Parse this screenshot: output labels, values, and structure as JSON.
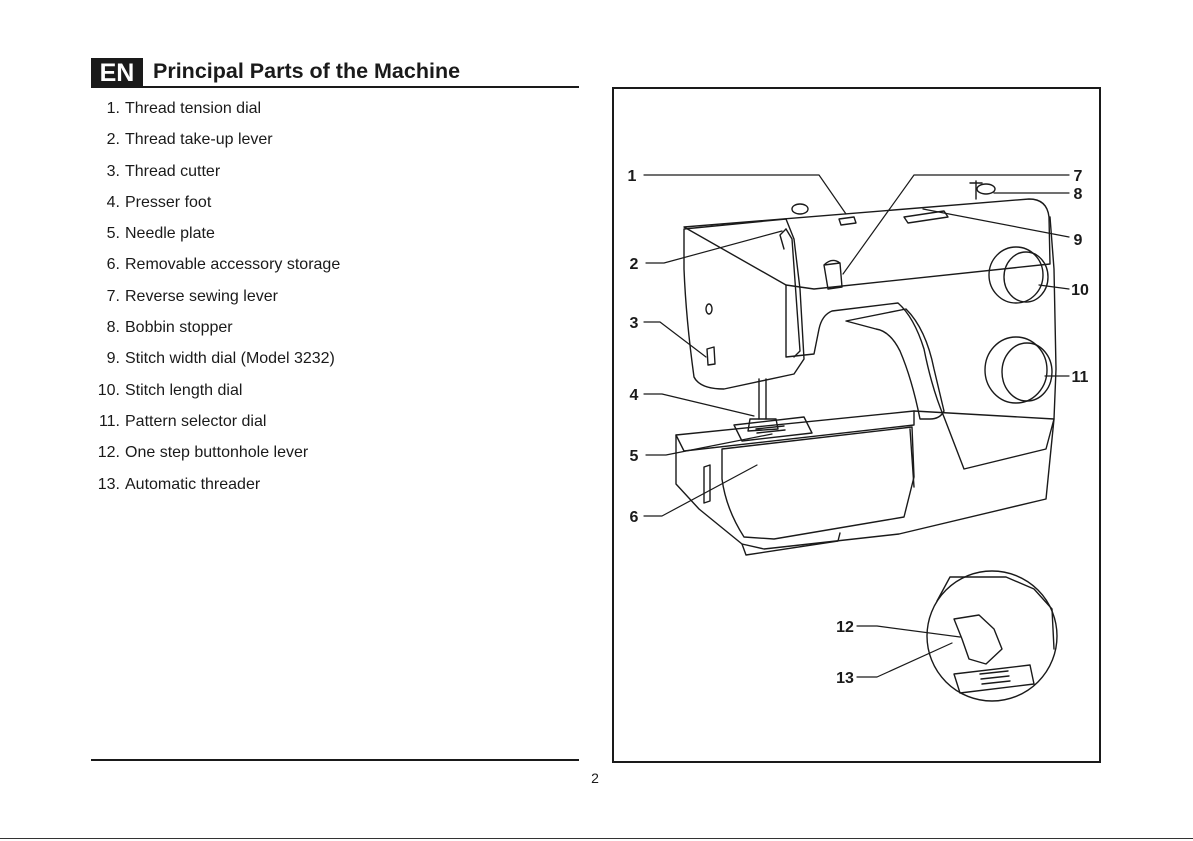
{
  "header": {
    "language_badge": "EN",
    "title": "Principal Parts of the Machine"
  },
  "parts": [
    {
      "number": "1.",
      "label": "Thread tension dial"
    },
    {
      "number": "2.",
      "label": "Thread take-up lever"
    },
    {
      "number": "3.",
      "label": "Thread cutter"
    },
    {
      "number": "4.",
      "label": "Presser foot"
    },
    {
      "number": "5.",
      "label": "Needle plate"
    },
    {
      "number": "6.",
      "label": "Removable accessory storage"
    },
    {
      "number": "7.",
      "label": "Reverse sewing lever"
    },
    {
      "number": "8.",
      "label": "Bobbin stopper"
    },
    {
      "number": "9.",
      "label": "Stitch width dial  (Model 3232)"
    },
    {
      "number": "10.",
      "label": "Stitch length dial"
    },
    {
      "number": "11.",
      "label": "Pattern selector dial"
    },
    {
      "number": "12.",
      "label": "One step buttonhole lever"
    },
    {
      "number": "13.",
      "label": "Automatic threader"
    }
  ],
  "figure": {
    "callouts": [
      "1",
      "2",
      "3",
      "4",
      "5",
      "6",
      "7",
      "8",
      "9",
      "10",
      "11",
      "12",
      "13"
    ]
  },
  "page_number": "2"
}
